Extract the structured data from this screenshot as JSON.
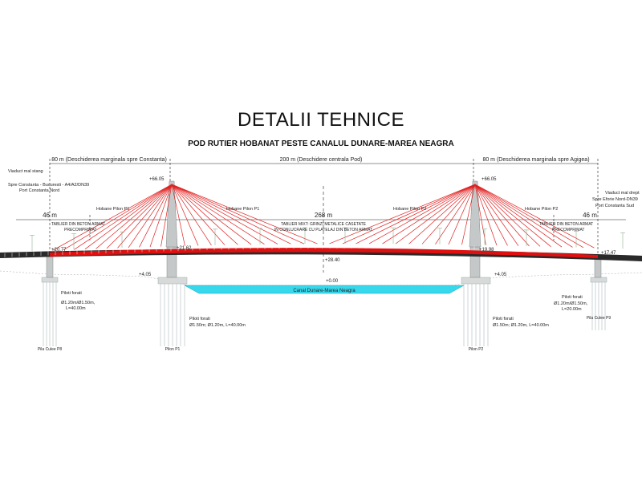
{
  "title": "DETALII TEHNICE",
  "subtitle": "POD RUTIER HOBANAT PESTE CANALUL DUNARE-MAREA NEAGRA",
  "colors": {
    "deck_red": "#e01010",
    "cable": "#e02020",
    "water": "#38d8ec",
    "pylon": "#c4c8c8",
    "deck_dark": "#2a2a2a",
    "rail": "#8fb08f"
  },
  "spans": {
    "left_marginal": "80 m (Deschiderea marginala spre Constanta)",
    "central": "200 m (Deschidere centrala Pod)",
    "right_marginal": "80 m (Deschiderea marginala spre Agigea)",
    "left_46": "46 m",
    "total_268": "268 m",
    "right_46": "46 m"
  },
  "labels": {
    "viaduct_left": [
      "Viaduct mal stang",
      "Spre Constanta - Bucuresti - A4/A2/DN39",
      "Port Constanta Nord"
    ],
    "viaduct_right": [
      "Viaduct mal drept",
      "Spre Eforie Nord-DN39",
      "Port Constanta Sud"
    ],
    "hobane_p1_left": "Hobane Pilon P1",
    "hobane_p1_right": "Hobane Pilon P1",
    "hobane_p2_left": "Hobane Pilon P2",
    "hobane_p2_right": "Hobane Pilon P2",
    "tablier_left": [
      "TABLIER DIN BETON ARMAT",
      "PRECOMPRIMAT"
    ],
    "tablier_mid": [
      "TABLIER MIXT: GRINZI METALICE CASETATE",
      "IN CONLUCRARE CU PLATELAJ DIN BETON ARMAT"
    ],
    "tablier_right": [
      "TABLIER DIN BETON ARMAT",
      "PRECOMPRIMAT"
    ],
    "canal": "Canal Dunare-Marea Neagra",
    "piloti_left": [
      "Piloti forati",
      "Ø1.20m/Ø1.50m,",
      "L=40.00m"
    ],
    "piloti_p1": [
      "Piloti forati",
      "Ø1.50m; Ø1.20m, L=40.00m"
    ],
    "piloti_p2": [
      "Piloti forati",
      "Ø1.50m; Ø1.20m, L=40.00m"
    ],
    "piloti_right": [
      "Piloti forati",
      "Ø1.20m/Ø1.50m,",
      "L=20.00m"
    ],
    "pila_left": "Pila Culee P8",
    "pilon_p1": "Pilon P1",
    "pilon_p2": "Pilon P2",
    "pila_right": "Pila Culee P9"
  },
  "elevations": {
    "top_p1": "+66.05",
    "top_p2": "+66.05",
    "deck_left": "+20.77",
    "deck_p1": "+21.62",
    "deck_mid": "+28.40",
    "deck_p2": "+19.98",
    "deck_right": "+17.47",
    "ground_p1": "+4.05",
    "ground_p2": "+4.05",
    "water": "+0.00"
  }
}
